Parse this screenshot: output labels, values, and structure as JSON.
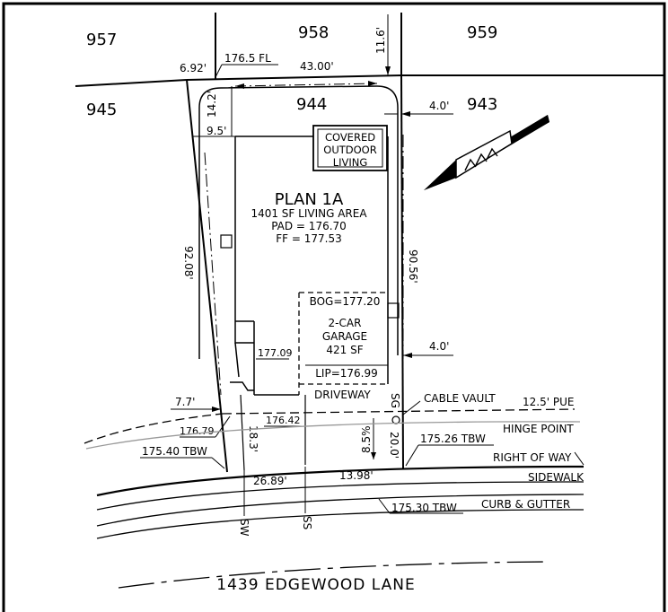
{
  "lots": {
    "nw": "957",
    "n": "958",
    "ne": "959",
    "w": "945",
    "subject": "944",
    "e": "943"
  },
  "house": {
    "plan": "PLAN 1A",
    "living_area": "1401 SF LIVING AREA",
    "pad": "PAD = 176.70",
    "ff": "FF = 177.53"
  },
  "patio": [
    "COVERED",
    "OUTDOOR",
    "LIVING"
  ],
  "garage": {
    "bog": "BOG=177.20",
    "line1": "2-CAR",
    "line2": "GARAGE",
    "area": "421 SF",
    "lip": "LIP=176.99"
  },
  "dimensions": {
    "rear_fl": "176.5 FL",
    "rear_width": "43.00'",
    "rear_offset": "6.92'",
    "rear_setback": "14.2'",
    "east_north": "11.6'",
    "west_side": "9.5'",
    "east_side_rear": "4.0'",
    "east_side_front": "4.0'",
    "west_length": "92.08'",
    "east_length": "90.56'",
    "front_west": "7.7'",
    "driveway_length": "18.3'",
    "front_east": "20.0'",
    "slope": "8.5%",
    "front_width_w": "26.89'",
    "front_width_e": "13.98'"
  },
  "elevations": {
    "pad_corner": "177.09",
    "drive_w": "176.79",
    "drive_e": "176.42",
    "tbw_w": "175.40 TBW",
    "tbw_e": "175.26 TBW",
    "tbw_curb": "175.30 TBW"
  },
  "labels": {
    "driveway": "DRIVEWAY",
    "cable_vault": "CABLE VAULT",
    "pue": "12.5' PUE",
    "hinge_point": "HINGE POINT",
    "right_of_way": "RIGHT OF WAY",
    "sidewalk": "SIDEWALK",
    "curb_gutter": "CURB & GUTTER",
    "sg": "SG",
    "sw": "SW",
    "ss": "SS"
  },
  "street": "1439 EDGEWOOD LANE"
}
